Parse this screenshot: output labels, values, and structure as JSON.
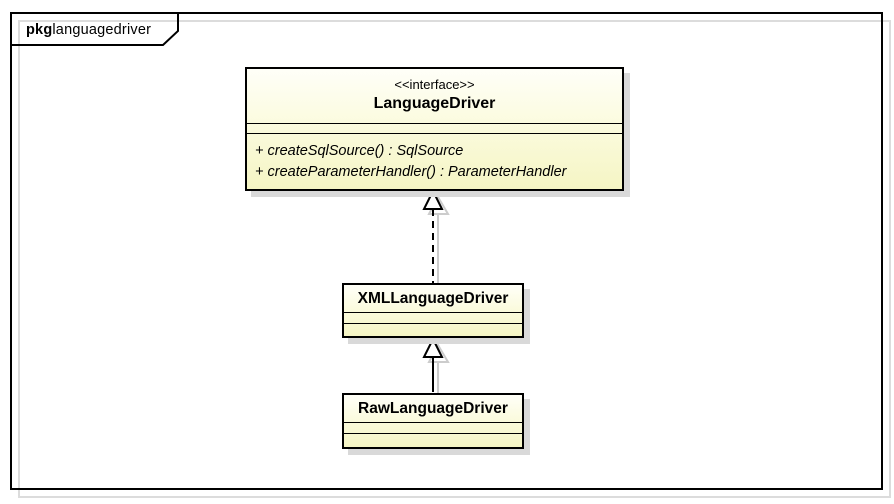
{
  "diagram": {
    "type": "uml-package-class-diagram",
    "frame_kind_label": "pkg",
    "package_name": "languagedriver"
  },
  "colors": {
    "class_fill_top": "#fffff8",
    "class_fill_bottom": "#f5f5c4",
    "border": "#000000",
    "shadow": "#d9d9d9",
    "background": "#ffffff"
  },
  "classes": {
    "language_driver": {
      "stereotype": "<<interface>>",
      "name": "LanguageDriver",
      "attributes": [],
      "methods": [
        "+ createSqlSource() : SqlSource",
        "+ createParameterHandler() : ParameterHandler"
      ]
    },
    "xml_language_driver": {
      "name": "XMLLanguageDriver",
      "attributes": [],
      "methods": []
    },
    "raw_language_driver": {
      "name": "RawLanguageDriver",
      "attributes": [],
      "methods": []
    }
  },
  "relations": [
    {
      "type": "realization",
      "style": "dashed-hollow-triangle",
      "from": "XMLLanguageDriver",
      "to": "LanguageDriver"
    },
    {
      "type": "generalization",
      "style": "solid-hollow-triangle",
      "from": "RawLanguageDriver",
      "to": "XMLLanguageDriver"
    }
  ]
}
